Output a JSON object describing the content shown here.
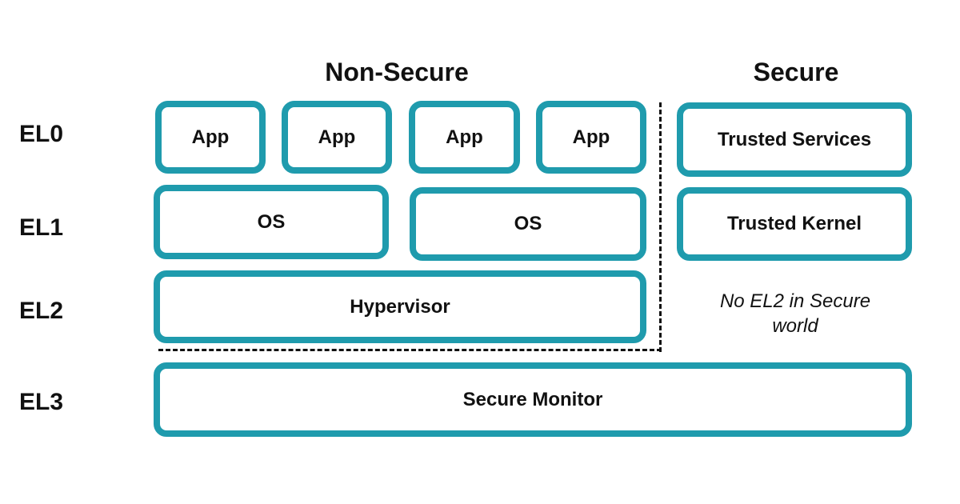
{
  "diagram": {
    "headings": {
      "non_secure": "Non-Secure",
      "secure": "Secure"
    },
    "levels": {
      "el0": "EL0",
      "el1": "EL1",
      "el2": "EL2",
      "el3": "EL3"
    },
    "non_secure": {
      "apps": [
        "App",
        "App",
        "App",
        "App"
      ],
      "os": [
        "OS",
        "OS"
      ],
      "hypervisor": "Hypervisor"
    },
    "secure": {
      "trusted_services": "Trusted Services",
      "trusted_kernel": "Trusted Kernel",
      "no_el2_note": [
        "No EL2 in Secure",
        "world"
      ]
    },
    "secure_monitor": "Secure Monitor",
    "colors": {
      "box_border": "#1f9bad",
      "text": "#111111",
      "background": "#ffffff"
    }
  }
}
